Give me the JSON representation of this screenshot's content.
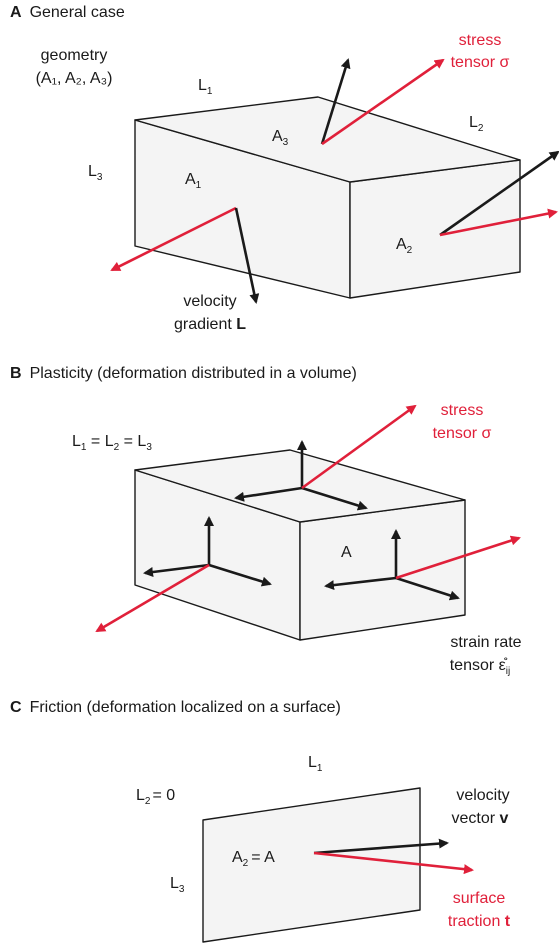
{
  "panel_a": {
    "letter": "A",
    "title": "General case",
    "geometry_line1": "geometry",
    "geometry_line2": "(A₁, A₂, A₃)",
    "L": "L",
    "A": "A",
    "sub1": "1",
    "sub2": "2",
    "sub3": "3",
    "stress_line1": "stress",
    "stress_line2": "tensor σ",
    "velocity_line1": "velocity",
    "velocity_line2_prefix": "gradient ",
    "velocity_line2_bold": "L"
  },
  "panel_b": {
    "letter": "B",
    "title": "Plasticity (deformation distributed in a volume)",
    "L": "L",
    "sub1": "1",
    "sub2": "2",
    "sub3": "3",
    "equals": " = ",
    "stress_line1": "stress",
    "stress_line2": "tensor σ",
    "area_label": "A",
    "strain_line1": "strain rate",
    "strain_line2": "tensor ",
    "strain_symbol": "ε̊",
    "strain_sub": "ij"
  },
  "panel_c": {
    "letter": "C",
    "title": "Friction (deformation localized on a surface)",
    "L": "L",
    "A": "A",
    "sub1": "1",
    "sub2": "2",
    "sub3": "3",
    "l2_value": "= 0",
    "area_value": "= A",
    "velocity_line1": "velocity",
    "velocity_line2_prefix": "vector ",
    "velocity_line2_bold": "v",
    "traction_line1": "surface",
    "traction_line2_prefix": "traction ",
    "traction_line2_bold": "t"
  },
  "colors": {
    "black": "#1a1a1a",
    "red": "#e0203a",
    "face": "#f4f4f4"
  }
}
